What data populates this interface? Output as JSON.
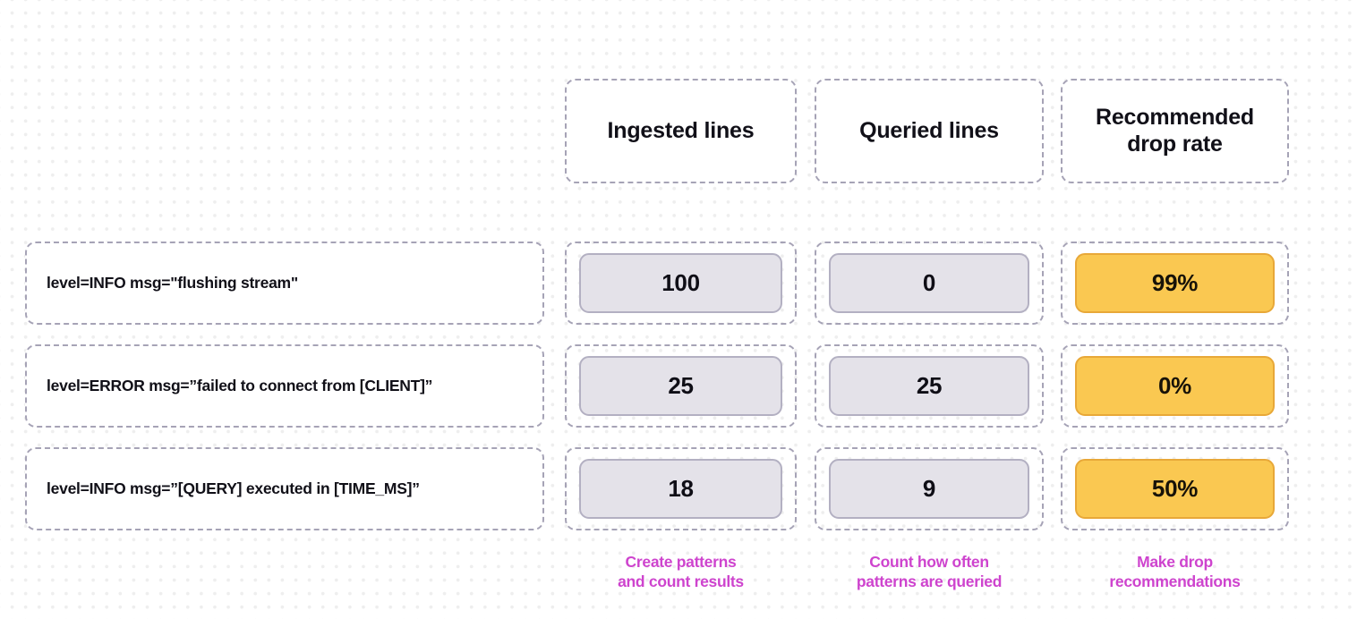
{
  "table": {
    "column_headers": [
      {
        "label": "Ingested lines"
      },
      {
        "label": "Queried lines"
      },
      {
        "label_line1": "Recommended",
        "label_line2": "drop rate"
      }
    ],
    "rows": [
      {
        "pattern": "level=INFO msg=\"flushing stream\"",
        "ingested_lines": "100",
        "queried_lines": "0",
        "recommended_drop_rate": "99%"
      },
      {
        "pattern": "level=ERROR msg=”failed to connect from [CLIENT]”",
        "ingested_lines": "25",
        "queried_lines": "25",
        "recommended_drop_rate": "0%"
      },
      {
        "pattern": "level=INFO msg=”[QUERY] executed in [TIME_MS]”",
        "ingested_lines": "18",
        "queried_lines": "9",
        "recommended_drop_rate": "50%"
      }
    ],
    "captions": [
      {
        "line1": "Create patterns",
        "line2": "and count results"
      },
      {
        "line1": "Count how often",
        "line2": "patterns are queried"
      },
      {
        "line1": "Make drop",
        "line2": "recommendations"
      }
    ]
  },
  "colors": {
    "accent_purple": "#ce44ce",
    "value_gray_fill": "#e4e2e9",
    "value_gray_border": "#b3b0c2",
    "highlight_orange_fill": "#fac851",
    "highlight_orange_border": "#e8a838",
    "dashed_border": "#a6a3b6",
    "text_dark": "#111018",
    "dot_grid": "#eeeeee"
  }
}
